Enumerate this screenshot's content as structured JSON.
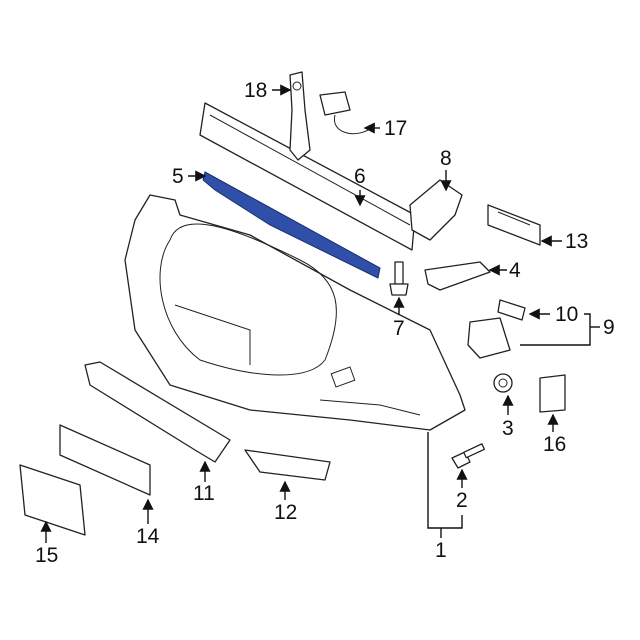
{
  "diagram": {
    "highlight_color": "#2f4fa8",
    "highlighted_part": "5",
    "callouts": [
      "1",
      "2",
      "3",
      "4",
      "5",
      "6",
      "7",
      "8",
      "9",
      "10",
      "11",
      "12",
      "13",
      "14",
      "15",
      "16",
      "17",
      "18"
    ]
  }
}
